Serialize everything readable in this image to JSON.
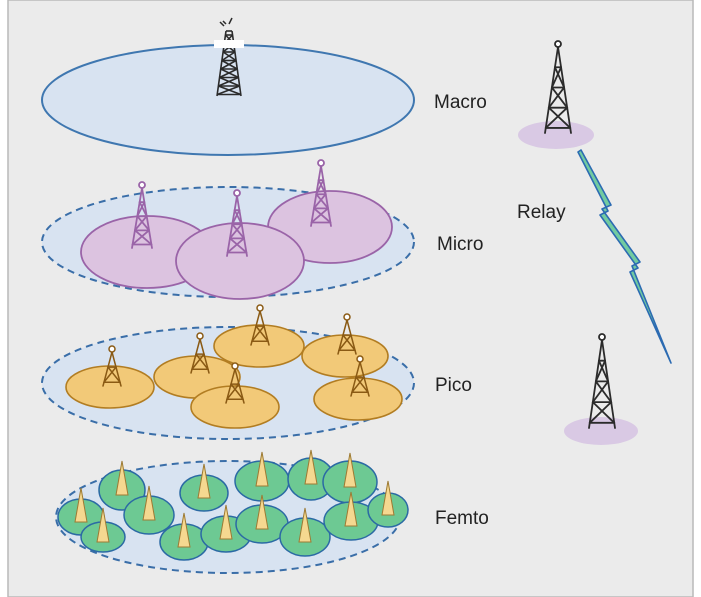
{
  "diagram": {
    "tiers": [
      {
        "key": "macro",
        "label": "Macro"
      },
      {
        "key": "micro",
        "label": "Micro"
      },
      {
        "key": "pico",
        "label": "Pico"
      },
      {
        "key": "femto",
        "label": "Femto"
      }
    ],
    "relay": {
      "label": "Relay"
    }
  },
  "colors": {
    "background": "#ebebeb",
    "layer_fill": "#d8e3f1",
    "macro_edge": "#3f77b0",
    "tier_dash": "#3a6ea8",
    "micro_cell": "#dcc3e0",
    "micro_edge": "#9a64a8",
    "pico_cell": "#f2c978",
    "pico_edge": "#b27d22",
    "femto_cell": "#6dc993",
    "femto_edge": "#2b6aa4",
    "femto_tower": "#f5d890",
    "relay_pad": "#d9c9e4",
    "relay_bolt": "#72cba0",
    "relay_bolt_edge": "#2c6bb2"
  },
  "icons": {
    "tower": "tower-icon",
    "antenna": "antenna-icon",
    "relay_link": "lightning-bolt-icon"
  }
}
